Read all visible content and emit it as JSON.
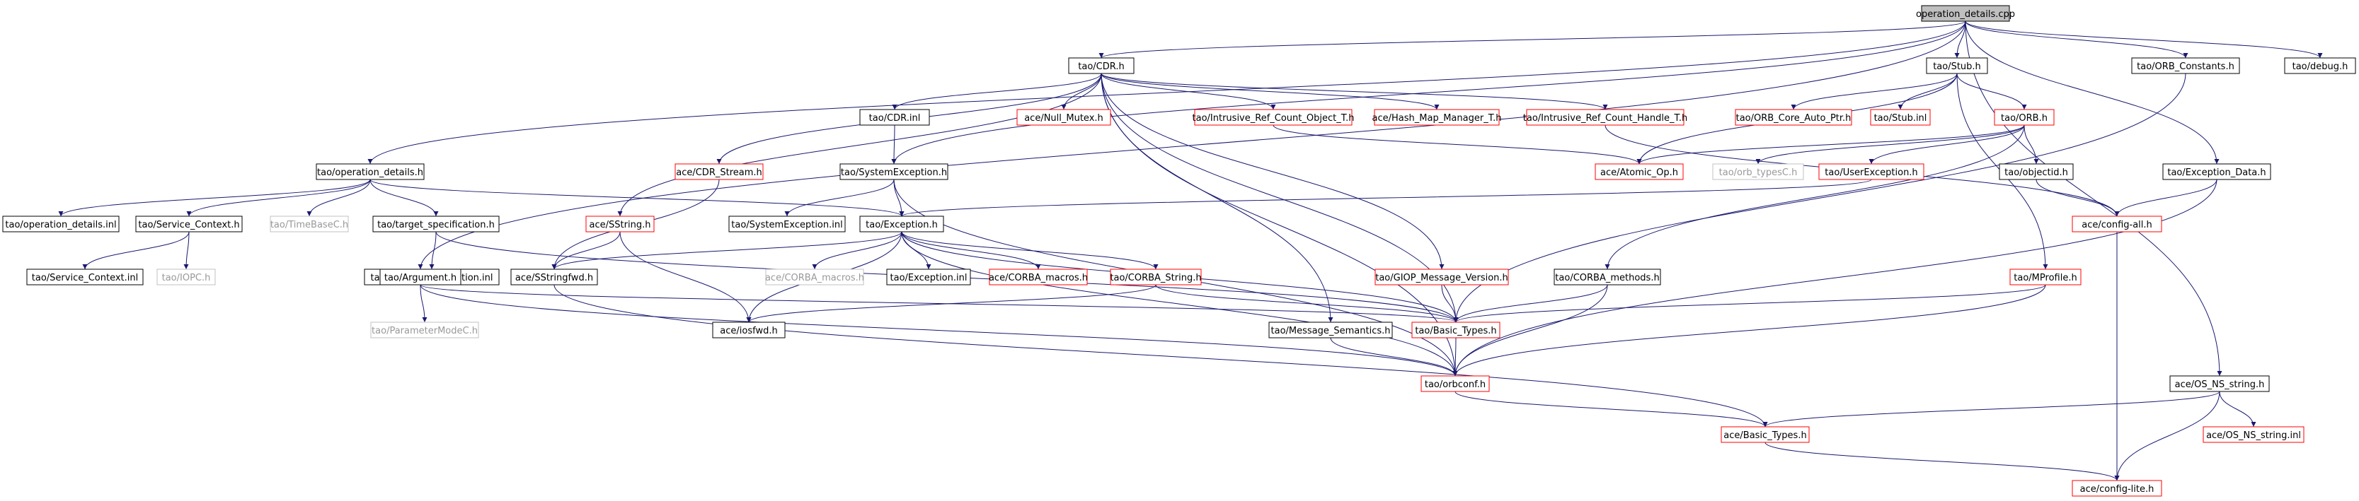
{
  "colors": {
    "black": "#000000",
    "red": "#ff0000",
    "gray": "#c0c0c0",
    "root_fill": "#bfbfbf",
    "edge": "#191970"
  },
  "nodes": [
    {
      "id": "root",
      "label": "operation_details.cpp",
      "kind": "root"
    },
    {
      "id": "cdr",
      "label": "tao/CDR.h",
      "kind": "black"
    },
    {
      "id": "stub",
      "label": "tao/Stub.h",
      "kind": "black"
    },
    {
      "id": "orbconst",
      "label": "tao/ORB_Constants.h",
      "kind": "black"
    },
    {
      "id": "debug",
      "label": "tao/debug.h",
      "kind": "black"
    },
    {
      "id": "cdrinl",
      "label": "tao/CDR.inl",
      "kind": "black"
    },
    {
      "id": "nullmutex",
      "label": "ace/Null_Mutex.h",
      "kind": "red"
    },
    {
      "id": "intrefobj",
      "label": "tao/Intrusive_Ref_Count_Object_T.h",
      "kind": "red"
    },
    {
      "id": "hashmap",
      "label": "ace/Hash_Map_Manager_T.h",
      "kind": "red"
    },
    {
      "id": "intrefhandle",
      "label": "tao/Intrusive_Ref_Count_Handle_T.h",
      "kind": "red"
    },
    {
      "id": "orbcoreptr",
      "label": "tao/ORB_Core_Auto_Ptr.h",
      "kind": "red"
    },
    {
      "id": "stubinl",
      "label": "tao/Stub.inl",
      "kind": "red"
    },
    {
      "id": "orb",
      "label": "tao/ORB.h",
      "kind": "red"
    },
    {
      "id": "opdet",
      "label": "tao/operation_details.h",
      "kind": "black"
    },
    {
      "id": "cdrstream",
      "label": "ace/CDR_Stream.h",
      "kind": "red"
    },
    {
      "id": "sysexc",
      "label": "tao/SystemException.h",
      "kind": "black"
    },
    {
      "id": "atomic",
      "label": "ace/Atomic_Op.h",
      "kind": "red"
    },
    {
      "id": "orbtypes",
      "label": "tao/orb_typesC.h",
      "kind": "gray"
    },
    {
      "id": "userexc",
      "label": "tao/UserException.h",
      "kind": "red"
    },
    {
      "id": "objectid",
      "label": "tao/objectid.h",
      "kind": "black"
    },
    {
      "id": "excdata",
      "label": "tao/Exception_Data.h",
      "kind": "black"
    },
    {
      "id": "opdetinl",
      "label": "tao/operation_details.inl",
      "kind": "black"
    },
    {
      "id": "servctx",
      "label": "tao/Service_Context.h",
      "kind": "black"
    },
    {
      "id": "timebase",
      "label": "tao/TimeBaseC.h",
      "kind": "gray"
    },
    {
      "id": "targetspec",
      "label": "tao/target_specification.h",
      "kind": "black"
    },
    {
      "id": "sstring",
      "label": "ace/SString.h",
      "kind": "red"
    },
    {
      "id": "sysexcinl",
      "label": "tao/SystemException.inl",
      "kind": "black"
    },
    {
      "id": "exception",
      "label": "tao/Exception.h",
      "kind": "black"
    },
    {
      "id": "configall",
      "label": "ace/config-all.h",
      "kind": "red"
    },
    {
      "id": "servctxinl",
      "label": "tao/Service_Context.inl",
      "kind": "black"
    },
    {
      "id": "iopc",
      "label": "tao/IOPC.h",
      "kind": "gray"
    },
    {
      "id": "targetspecinl",
      "label": "tao/target_specification.inl",
      "kind": "black"
    },
    {
      "id": "argument",
      "label": "tao/Argument.h",
      "kind": "black"
    },
    {
      "id": "sstringfwd",
      "label": "ace/SStringfwd.h",
      "kind": "black"
    },
    {
      "id": "corbamacrosace",
      "label": "ace/CORBA_macros.h",
      "kind": "gray"
    },
    {
      "id": "excinl",
      "label": "tao/Exception.inl",
      "kind": "black"
    },
    {
      "id": "corbamacrostao",
      "label": "ace/CORBA_macros.h",
      "kind": "red"
    },
    {
      "id": "corbastring",
      "label": "tao/CORBA_String.h",
      "kind": "red"
    },
    {
      "id": "giop",
      "label": "tao/GIOP_Message_Version.h",
      "kind": "red"
    },
    {
      "id": "corbamethods",
      "label": "tao/CORBA_methods.h",
      "kind": "black"
    },
    {
      "id": "mprofile",
      "label": "tao/MProfile.h",
      "kind": "red"
    },
    {
      "id": "paramode",
      "label": "tao/ParameterModeC.h",
      "kind": "gray"
    },
    {
      "id": "iosfwd",
      "label": "ace/iosfwd.h",
      "kind": "black"
    },
    {
      "id": "msgsem",
      "label": "tao/Message_Semantics.h",
      "kind": "black"
    },
    {
      "id": "basictypestao",
      "label": "tao/Basic_Types.h",
      "kind": "red"
    },
    {
      "id": "orbconf",
      "label": "tao/orbconf.h",
      "kind": "red"
    },
    {
      "id": "osns",
      "label": "ace/OS_NS_string.h",
      "kind": "black"
    },
    {
      "id": "basictypesace",
      "label": "ace/Basic_Types.h",
      "kind": "red"
    },
    {
      "id": "osnsinl",
      "label": "ace/OS_NS_string.inl",
      "kind": "red"
    },
    {
      "id": "configlite",
      "label": "ace/config-lite.h",
      "kind": "red"
    }
  ],
  "edges": [
    [
      "root",
      "cdr"
    ],
    [
      "root",
      "stub"
    ],
    [
      "root",
      "orbconst"
    ],
    [
      "root",
      "debug"
    ],
    [
      "root",
      "opdet"
    ],
    [
      "root",
      "sysexc"
    ],
    [
      "root",
      "excdata"
    ],
    [
      "root",
      "argument"
    ],
    [
      "root",
      "osns"
    ],
    [
      "cdr",
      "cdrinl"
    ],
    [
      "cdr",
      "nullmutex"
    ],
    [
      "cdr",
      "intrefobj"
    ],
    [
      "cdr",
      "hashmap"
    ],
    [
      "cdr",
      "intrefhandle"
    ],
    [
      "cdr",
      "cdrstream"
    ],
    [
      "cdr",
      "sstring"
    ],
    [
      "cdr",
      "giop"
    ],
    [
      "cdr",
      "msgsem"
    ],
    [
      "cdr",
      "basictypestao"
    ],
    [
      "cdr",
      "orbconf"
    ],
    [
      "cdrinl",
      "sysexc"
    ],
    [
      "stub",
      "orbcoreptr"
    ],
    [
      "stub",
      "stubinl"
    ],
    [
      "stub",
      "orb"
    ],
    [
      "stub",
      "atomic"
    ],
    [
      "stub",
      "mprofile"
    ],
    [
      "orbconst",
      "basictypestao"
    ],
    [
      "orb",
      "atomic"
    ],
    [
      "orb",
      "orbtypes"
    ],
    [
      "orb",
      "userexc"
    ],
    [
      "orb",
      "objectid"
    ],
    [
      "orb",
      "corbamethods"
    ],
    [
      "intrefobj",
      "atomic"
    ],
    [
      "intrefhandle",
      "configall"
    ],
    [
      "objectid",
      "configall"
    ],
    [
      "userexc",
      "exception"
    ],
    [
      "excdata",
      "configall"
    ],
    [
      "excdata",
      "orbconf"
    ],
    [
      "opdet",
      "opdetinl"
    ],
    [
      "opdet",
      "servctx"
    ],
    [
      "opdet",
      "timebase"
    ],
    [
      "opdet",
      "targetspec"
    ],
    [
      "opdet",
      "exception"
    ],
    [
      "servctx",
      "servctxinl"
    ],
    [
      "servctx",
      "iopc"
    ],
    [
      "targetspec",
      "targetspecinl"
    ],
    [
      "targetspec",
      "basictypestao"
    ],
    [
      "sysexc",
      "sysexcinl"
    ],
    [
      "sysexc",
      "exception"
    ],
    [
      "sysexc",
      "orbconf"
    ],
    [
      "cdrstream",
      "sstringfwd"
    ],
    [
      "sstring",
      "sstringfwd"
    ],
    [
      "sstring",
      "iosfwd"
    ],
    [
      "exception",
      "sstringfwd"
    ],
    [
      "exception",
      "corbamacrosace"
    ],
    [
      "exception",
      "excinl"
    ],
    [
      "exception",
      "corbamacrostao"
    ],
    [
      "exception",
      "corbastring"
    ],
    [
      "exception",
      "basictypestao"
    ],
    [
      "exception",
      "iosfwd"
    ],
    [
      "exception",
      "orbconf"
    ],
    [
      "corbastring",
      "iosfwd"
    ],
    [
      "corbastring",
      "basictypestao"
    ],
    [
      "giop",
      "basictypestao"
    ],
    [
      "corbamethods",
      "basictypestao"
    ],
    [
      "corbamethods",
      "orbconf"
    ],
    [
      "mprofile",
      "basictypestao"
    ],
    [
      "mprofile",
      "orbconf"
    ],
    [
      "argument",
      "paramode"
    ],
    [
      "argument",
      "basictypestao"
    ],
    [
      "argument",
      "orbconf"
    ],
    [
      "sstringfwd",
      "basictypesace"
    ],
    [
      "msgsem",
      "orbconf"
    ],
    [
      "basictypestao",
      "orbconf"
    ],
    [
      "orbconf",
      "basictypesace"
    ],
    [
      "osns",
      "basictypesace"
    ],
    [
      "osns",
      "osnsinl"
    ],
    [
      "osns",
      "configlite"
    ],
    [
      "basictypesace",
      "configlite"
    ],
    [
      "configall",
      "configlite"
    ]
  ]
}
